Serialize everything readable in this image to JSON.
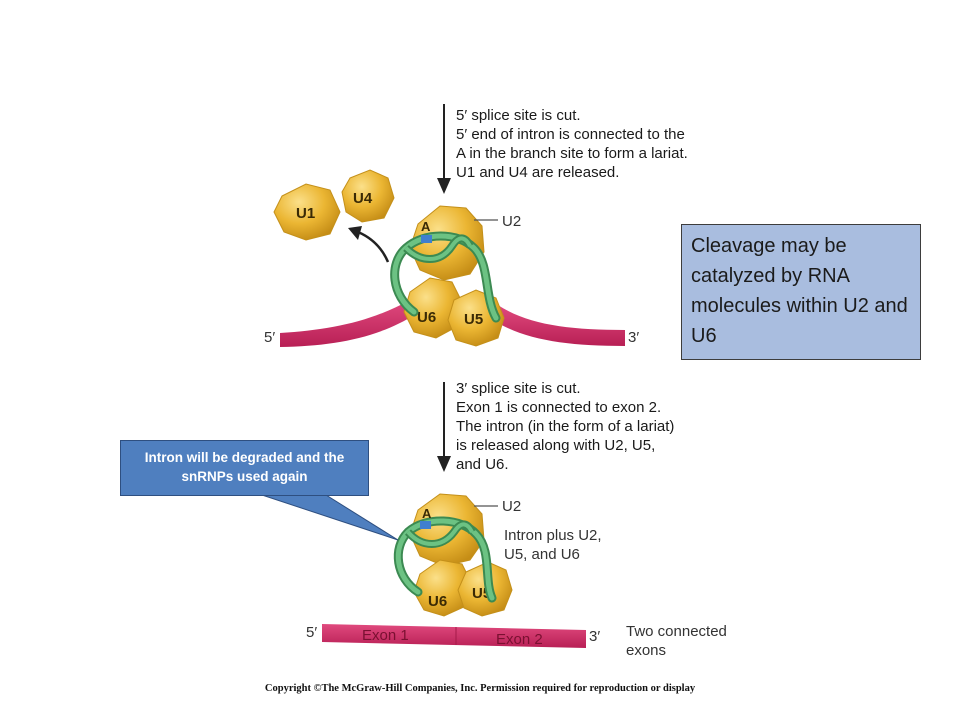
{
  "step1": {
    "lines": [
      "5′ splice site is cut.",
      "5′ end of intron is connected to the",
      "A in the branch site to form a lariat.",
      "U1 and U4 are released."
    ]
  },
  "step2": {
    "lines": [
      "3′ splice site is cut.",
      "Exon 1 is connected to exon 2.",
      "The intron (in the form of a lariat)",
      "is released along with U2, U5,",
      "and U6."
    ]
  },
  "labels": {
    "u1": "U1",
    "u4": "U4",
    "u2": "U2",
    "u5": "U5",
    "u6": "U6",
    "a": "A",
    "five_prime": "5′",
    "three_prime": "3′",
    "exon1": "Exon 1",
    "exon2": "Exon 2",
    "intron_plus": [
      "Intron plus U2,",
      "U5, and U6"
    ],
    "two_connected": [
      "Two connected",
      "exons"
    ]
  },
  "callout_blue": "Cleavage may be catalyzed by RNA molecules within U2 and U6",
  "callout_speech": "Intron will be degraded and the snRNPs used again",
  "copyright": "Copyright ©The McGraw-Hill Companies, Inc. Permission required for reproduction or display",
  "colors": {
    "snrnp": "#e9b52f",
    "snrnp_edge": "#c4901a",
    "intron": "#5aab6e",
    "exon": "#d2346a",
    "branch_site": "#3f7fcf",
    "callout_blue_bg": "#a9bddf",
    "callout_speech_bg": "#4f7fbf"
  }
}
